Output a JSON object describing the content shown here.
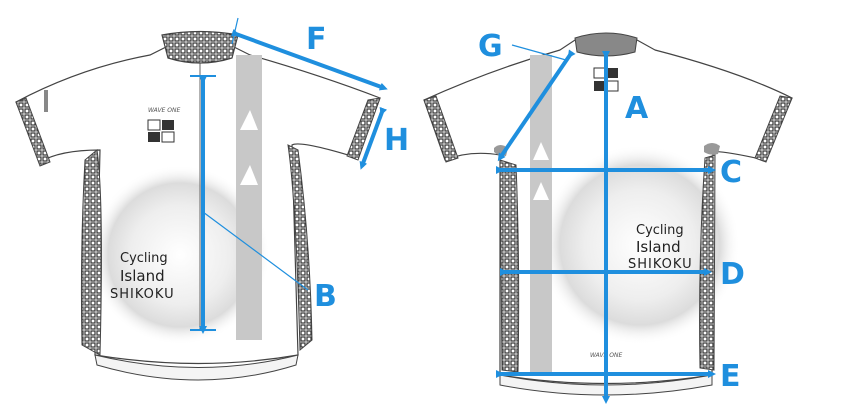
{
  "front": {
    "brand": {
      "line1": "Cycling",
      "line2": "Island",
      "line3": "SHIKOKU"
    },
    "small_logo": "WAVE ONE"
  },
  "back": {
    "brand": {
      "line1": "Cycling",
      "line2": "Island",
      "line3": "SHIKOKU"
    },
    "small_logo": "WAVE ONE"
  },
  "measurements": {
    "A": "A",
    "B": "B",
    "C": "C",
    "D": "D",
    "E": "E",
    "F": "F",
    "G": "G",
    "H": "H"
  },
  "colors": {
    "accent": "#1f8fde",
    "panel_grey": "#c8c8c8",
    "side_panel": "#777777",
    "outline": "#444444"
  }
}
